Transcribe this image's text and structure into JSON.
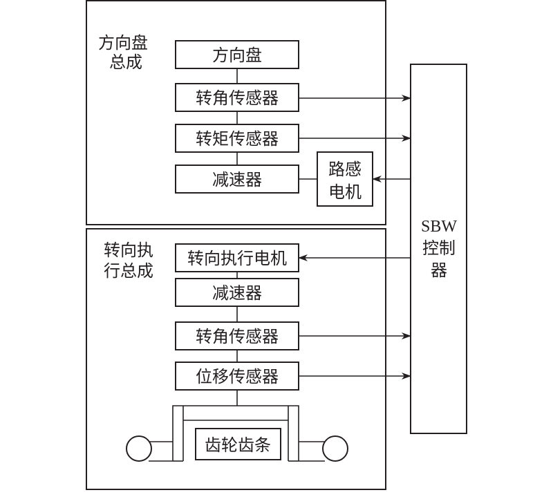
{
  "diagram": {
    "type": "steer-by-wire system block diagram",
    "colors": {
      "stroke": "#231f20",
      "background": "#ffffff",
      "text": "#231f20"
    },
    "steering_wheel_assembly": {
      "label_line1": "方向盘",
      "label_line2": "总成",
      "blocks": {
        "steering_wheel": "方向盘",
        "angle_sensor": "转角传感器",
        "torque_sensor": "转矩传感器",
        "reducer": "减速器"
      },
      "feedback_motor": {
        "line1": "路感",
        "line2": "电机"
      }
    },
    "steering_actuator_assembly": {
      "label_line1": "转向执",
      "label_line2": "行总成",
      "blocks": {
        "actuator_motor": "转向执行电机",
        "reducer": "减速器",
        "angle_sensor": "转角传感器",
        "displacement_sensor": "位移传感器",
        "rack_pinion": "齿轮齿条"
      }
    },
    "controller": {
      "line1": "SBW",
      "line2": "控制",
      "line3": "器"
    },
    "signals": [
      {
        "from": "转角传感器 (方向盘总成)",
        "to": "SBW控制器",
        "direction": "to-controller"
      },
      {
        "from": "转矩传感器",
        "to": "SBW控制器",
        "direction": "to-controller"
      },
      {
        "from": "SBW控制器",
        "to": "路感电机",
        "direction": "from-controller"
      },
      {
        "from": "SBW控制器",
        "to": "转向执行电机",
        "direction": "from-controller"
      },
      {
        "from": "转角传感器 (转向执行总成)",
        "to": "SBW控制器",
        "direction": "to-controller"
      },
      {
        "from": "位移传感器",
        "to": "SBW控制器",
        "direction": "to-controller"
      }
    ]
  }
}
